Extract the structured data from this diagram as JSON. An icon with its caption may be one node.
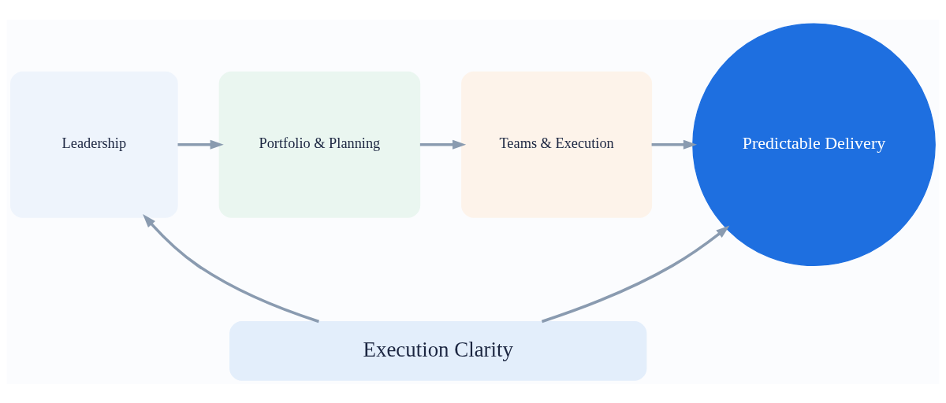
{
  "diagram": {
    "nodes": [
      {
        "text": [
          "Leadership"
        ]
      },
      {
        "text": [
          "Portfolio & Planning"
        ]
      },
      {
        "text": [
          "Teams & Execution"
        ]
      },
      {
        "text": [
          "Predictable Delivery"
        ]
      },
      {
        "text": [
          "Execution Clarity"
        ]
      }
    ],
    "edges": [
      {
        "from": 0,
        "to": 1,
        "arrow": "to"
      },
      {
        "from": 1,
        "to": 2,
        "arrow": "to"
      },
      {
        "from": 2,
        "to": 3,
        "arrow": "to"
      },
      {
        "from": 4,
        "to": 0,
        "arrow": "to"
      },
      {
        "from": 4,
        "to": 3,
        "arrow": "to"
      }
    ]
  }
}
